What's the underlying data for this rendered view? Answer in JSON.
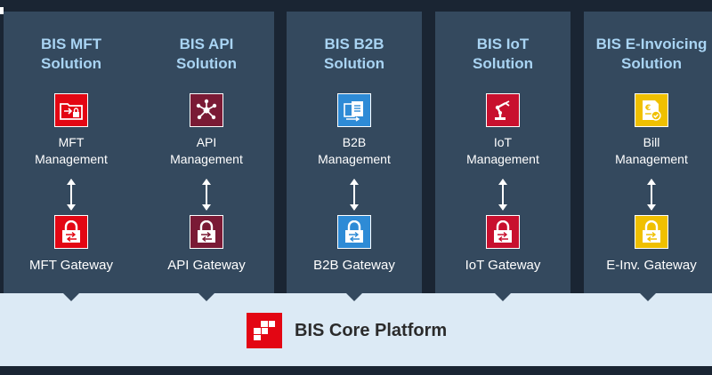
{
  "columns": [
    {
      "title": [
        "BIS MFT",
        "Solution"
      ],
      "management_label": [
        "MFT",
        "Management"
      ],
      "management_icon": "folder-transfer-icon",
      "gateway_label": "MFT Gateway",
      "color": "#e30613"
    },
    {
      "title": [
        "BIS API",
        "Solution"
      ],
      "management_label": [
        "API",
        "Management"
      ],
      "management_icon": "network-nodes-icon",
      "gateway_label": "API Gateway",
      "color": "#7a1a35"
    },
    {
      "title": [
        "BIS B2B",
        "Solution"
      ],
      "management_label": [
        "B2B",
        "Management"
      ],
      "management_icon": "documents-exchange-icon",
      "gateway_label": "B2B Gateway",
      "color": "#2e8bd6"
    },
    {
      "title": [
        "BIS IoT",
        "Solution"
      ],
      "management_label": [
        "IoT",
        "Management"
      ],
      "management_icon": "robot-arm-icon",
      "gateway_label": "IoT Gateway",
      "color": "#c8102e"
    },
    {
      "title": [
        "BIS E-Invoicing",
        "Solution"
      ],
      "management_label": [
        "Bill",
        "Management"
      ],
      "management_icon": "euro-invoice-icon",
      "gateway_label": "E-Inv. Gateway",
      "color": "#f0c000"
    }
  ],
  "platform": {
    "name": "BIS Core Platform",
    "logo_icon": "bis-logo-icon",
    "color": "#e30613"
  },
  "gateway_icon": "padlock-icon",
  "arrow_icon": "bidirectional-arrow-icon",
  "background_color": "#1a2533",
  "column_color": "#34495e",
  "title_color": "#a9d4f3",
  "platform_bg_color": "#dceaf5"
}
